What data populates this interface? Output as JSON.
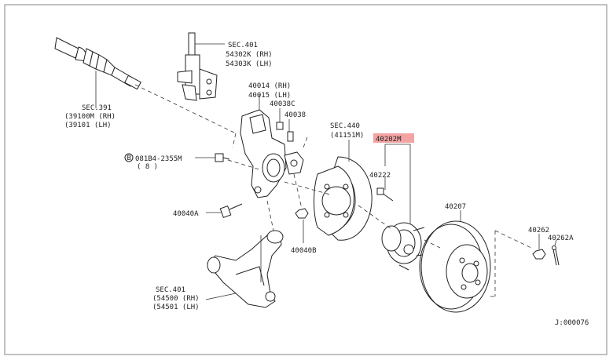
{
  "labels": {
    "sec401_top": "SEC.401",
    "p54302k": "54302K (RH)",
    "p54303k": "54303K (LH)",
    "sec391": "SEC.391",
    "p39100m": "(39100M (RH)",
    "p39101": "(39101  (LH)",
    "p40014": "40014 (RH)",
    "p40015": "40015 (LH)",
    "p40038c": "40038C",
    "p40038": "40038",
    "bolt_code": "081B4-2355M",
    "bolt_qty": "( 8 )",
    "bolt_circle": "B",
    "p40040a": "40040A",
    "sec440": "SEC.440",
    "p41151m": "(41151M)",
    "p40202m": "40202M",
    "p40222": "40222",
    "p40207": "40207",
    "p40262": "40262",
    "p40262a": "40262A",
    "p40040b": "40040B",
    "sec401_bottom": "SEC.401",
    "p54500": "(54500 (RH)",
    "p54501": "(54501 (LH)",
    "diagram_code": "J:000076"
  },
  "colors": {
    "highlight": "#f3a3a3",
    "frame": "#9a9a9a",
    "ink": "#222222"
  }
}
